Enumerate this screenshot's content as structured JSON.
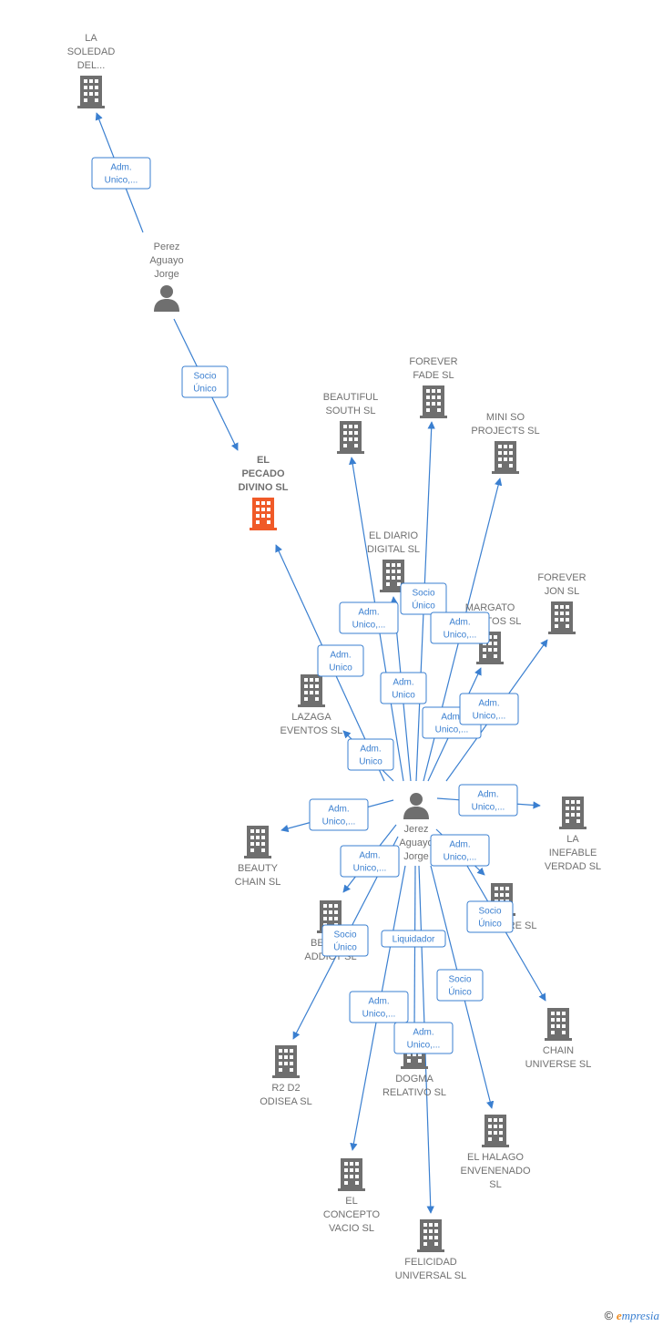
{
  "colors": {
    "company": "#6f6f6f",
    "focus": "#f05a28",
    "person": "#6f6f6f",
    "edge": "#3a7fd0",
    "label": "#707070"
  },
  "nodes": [
    {
      "id": "soledad",
      "type": "company",
      "label": [
        "LA",
        "SOLEDAD",
        "DEL..."
      ]
    },
    {
      "id": "perez",
      "type": "person",
      "label": [
        "Perez",
        "Aguayo",
        "Jorge"
      ]
    },
    {
      "id": "pecado",
      "type": "company",
      "focus": true,
      "label": [
        "EL",
        "PECADO",
        "DIVINO  SL"
      ]
    },
    {
      "id": "beautiful",
      "type": "company",
      "label": [
        "BEAUTIFUL",
        "SOUTH  SL"
      ]
    },
    {
      "id": "forever_fade",
      "type": "company",
      "label": [
        "FOREVER",
        "FADE  SL"
      ]
    },
    {
      "id": "miniso",
      "type": "company",
      "label": [
        "MINI SO",
        "PROJECTS  SL"
      ]
    },
    {
      "id": "diario",
      "type": "company",
      "label": [
        "EL DIARIO",
        "DIGITAL  SL"
      ]
    },
    {
      "id": "margato",
      "type": "company",
      "label": [
        "MARGATO",
        "EVENTOS  SL"
      ]
    },
    {
      "id": "forever_jon",
      "type": "company",
      "label": [
        "FOREVER",
        "JON  SL"
      ]
    },
    {
      "id": "lazaga",
      "type": "company",
      "label": [
        "LAZAGA",
        "EVENTOS  SL"
      ]
    },
    {
      "id": "jerez",
      "type": "person",
      "label": [
        "Jerez",
        "Aguayo",
        "Jorge"
      ]
    },
    {
      "id": "beauty_chain",
      "type": "company",
      "label": [
        "BEAUTY",
        "CHAIN  SL"
      ]
    },
    {
      "id": "inefable",
      "type": "company",
      "label": [
        "LA",
        "INEFABLE",
        "VERDAD  SL"
      ]
    },
    {
      "id": "beauty_addict",
      "type": "company",
      "label": [
        "BEAUTY",
        "ADDICT  SL"
      ]
    },
    {
      "id": "pressure",
      "type": "company",
      "label": [
        "PRESSURE  SL"
      ]
    },
    {
      "id": "r2d2",
      "type": "company",
      "label": [
        "R2 D2",
        "ODISEA  SL"
      ]
    },
    {
      "id": "chain_universe",
      "type": "company",
      "label": [
        "CHAIN",
        "UNIVERSE  SL"
      ]
    },
    {
      "id": "dogma",
      "type": "company",
      "label": [
        "DOGMA",
        "RELATIVO  SL"
      ]
    },
    {
      "id": "halago",
      "type": "company",
      "label": [
        "EL HALAGO",
        "ENVENENADO",
        "SL"
      ]
    },
    {
      "id": "concepto",
      "type": "company",
      "label": [
        "EL",
        "CONCEPTO",
        "VACIO  SL"
      ]
    },
    {
      "id": "felicidad",
      "type": "company",
      "label": [
        "FELICIDAD",
        "UNIVERSAL  SL"
      ]
    }
  ],
  "edges": [
    {
      "from": "perez",
      "to": "soledad",
      "label": [
        "Adm.",
        "Unico,..."
      ]
    },
    {
      "from": "perez",
      "to": "pecado",
      "label": [
        "Socio",
        "Único"
      ]
    },
    {
      "from": "jerez",
      "to": "pecado",
      "label": [
        "Adm.",
        "Unico"
      ]
    },
    {
      "from": "jerez",
      "to": "beautiful",
      "label": [
        "Adm.",
        "Unico,..."
      ]
    },
    {
      "from": "jerez",
      "to": "forever_fade",
      "label": [
        "Socio",
        "Único"
      ]
    },
    {
      "from": "jerez",
      "to": "miniso",
      "label": [
        "Adm.",
        "Unico,..."
      ]
    },
    {
      "from": "jerez",
      "to": "diario",
      "label": [
        "Adm.",
        "Unico"
      ]
    },
    {
      "from": "jerez",
      "to": "margato",
      "label": [
        "Adm.",
        "Unico,..."
      ]
    },
    {
      "from": "jerez",
      "to": "forever_jon",
      "label": [
        "Adm.",
        "Unico,..."
      ]
    },
    {
      "from": "jerez",
      "to": "lazaga",
      "label": [
        "Adm.",
        "Unico"
      ]
    },
    {
      "from": "jerez",
      "to": "beauty_chain",
      "label": [
        "Adm.",
        "Unico,..."
      ]
    },
    {
      "from": "jerez",
      "to": "inefable",
      "label": [
        "Adm.",
        "Unico,..."
      ]
    },
    {
      "from": "jerez",
      "to": "beauty_addict",
      "label": [
        "Adm.",
        "Unico,..."
      ]
    },
    {
      "from": "jerez",
      "to": "pressure",
      "label": [
        "Adm.",
        "Unico,..."
      ]
    },
    {
      "from": "jerez",
      "to": "r2d2",
      "label": [
        "Socio",
        "Único"
      ]
    },
    {
      "from": "jerez",
      "to": "chain_universe",
      "label": [
        "Socio",
        "Único"
      ]
    },
    {
      "from": "jerez",
      "to": "dogma",
      "label": [
        "Liquidador"
      ]
    },
    {
      "from": "jerez",
      "to": "halago",
      "label": [
        "Socio",
        "Único"
      ]
    },
    {
      "from": "jerez",
      "to": "concepto",
      "label": [
        "Adm.",
        "Unico,..."
      ]
    },
    {
      "from": "jerez",
      "to": "felicidad",
      "label": [
        "Adm.",
        "Unico,..."
      ]
    }
  ],
  "footer": {
    "copyright": "©",
    "brand_initial": "e",
    "brand_rest": "mpresia"
  }
}
